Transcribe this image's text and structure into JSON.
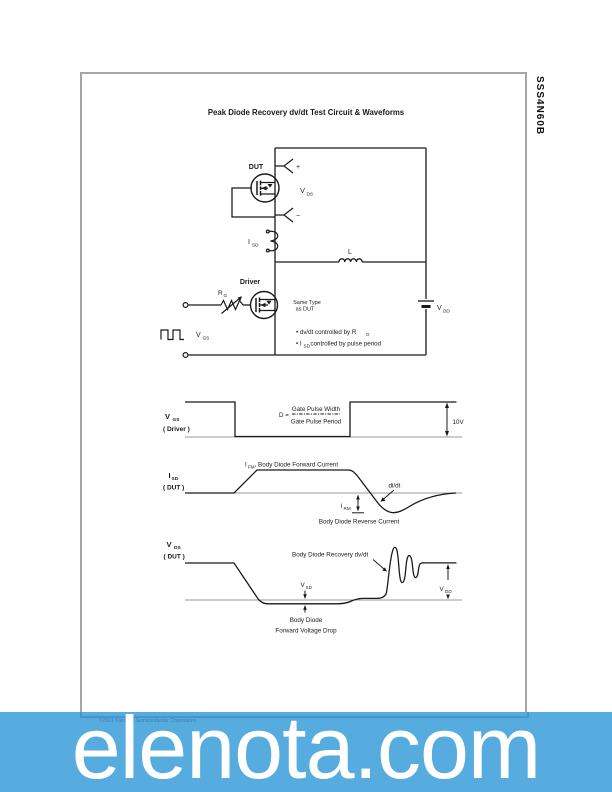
{
  "page": {
    "side_title": "SSS4N60B",
    "title": "Peak Diode Recovery dv/dt Test Circuit & Waveforms"
  },
  "circuit": {
    "dut_label": "DUT",
    "driver_label": "Driver",
    "vds_main": "V",
    "vds_sub": "DS",
    "plus": "+",
    "minus": "−",
    "isd_main": "I",
    "isd_sub": "SD",
    "inductor_label": "L",
    "rg_main": "R",
    "rg_sub": "G",
    "vgs_main": "V",
    "vgs_sub": "GS",
    "vdd_main": "V",
    "vdd_sub": "DD",
    "same_type_line1": "Same Type",
    "same_type_line2": "as DUT",
    "note1_pre": "• dv/dt controlled by R",
    "note1_sub": "G",
    "note2_pre": "• I",
    "note2_sub": "SD",
    "note2_post": "controlled by pulse period"
  },
  "waveforms": {
    "w1": {
      "axis_main": "V",
      "axis_sub": "GS",
      "axis_paren": "( Driver )",
      "duty_eq": "D =",
      "duty_num": "Gate Pulse Width",
      "duty_den": "Gate Pulse Period",
      "amplitude": "10V"
    },
    "w2": {
      "axis_main": "I",
      "axis_sub": "SD",
      "axis_paren": "( DUT )",
      "ifm_main": "I",
      "ifm_sub": "FM",
      "ifm_rest": ", Body Diode Forward Current",
      "didt": "di/dt",
      "irm_main": "I",
      "irm_sub": "RM",
      "reverse_label": "Body Diode Reverse Current"
    },
    "w3": {
      "axis_main": "V",
      "axis_sub": "DS",
      "axis_paren": "( DUT )",
      "recovery_label": "Body Diode Recovery dv/dt",
      "vsd_main": "V",
      "vsd_sub": "SD",
      "vdd_main": "V",
      "vdd_sub": "DD",
      "fwd_line1": "Body Diode",
      "fwd_line2": "Forward Voltage Drop"
    }
  },
  "banner": {
    "text": "elenota.com",
    "footer_left": "©2001 Fairchild Semiconductor Corporation"
  },
  "colors": {
    "banner_bg": "#57acdf",
    "banner_text": "#ffffff",
    "footer_text": "#3d7fa8",
    "frame": "#a6a6a6",
    "line": "#1a1a1a",
    "baseline": "#999999"
  }
}
